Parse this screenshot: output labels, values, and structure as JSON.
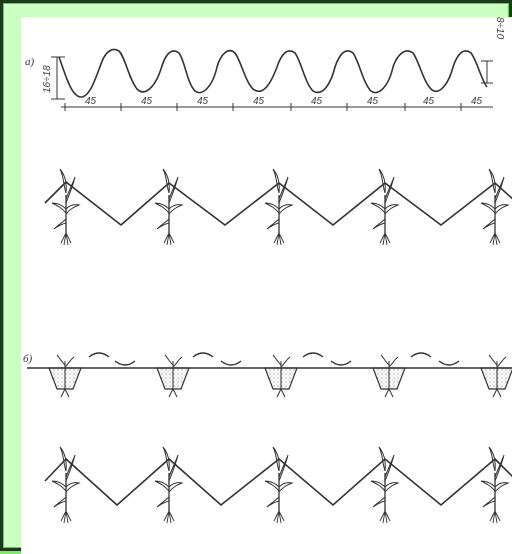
{
  "panel_a": {
    "label": "а)",
    "height_dim": "16÷18",
    "depth_dim": "8÷10",
    "spacings": [
      "45",
      "45",
      "45",
      "45",
      "45",
      "45",
      "45",
      "45"
    ]
  },
  "panel_b": {
    "label": "б)"
  },
  "colors": {
    "page_background": "#7CEB6B",
    "frame_fill": "#CCFFC2",
    "ink": "#333333"
  }
}
